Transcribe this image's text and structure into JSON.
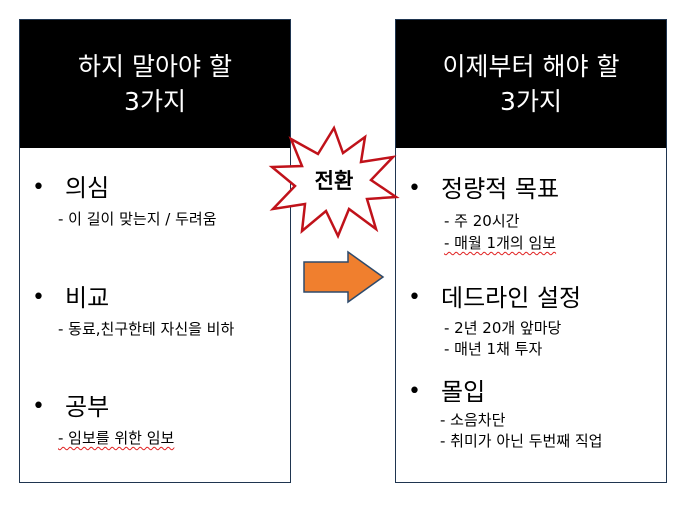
{
  "left_panel": {
    "header_line1": "하지 말아야 할",
    "header_line2": "3가지",
    "bullet": "•",
    "items": [
      {
        "title": "의심",
        "subs": [
          "- 이 길이 맞는지 / 두려움"
        ]
      },
      {
        "title": "비교",
        "subs": [
          "- 동료,친구한테 자신을 비하"
        ]
      },
      {
        "title": "공부",
        "subs": [
          "- 임보를 위한 임보"
        ]
      }
    ]
  },
  "transition": {
    "label": "전환"
  },
  "right_panel": {
    "header_line1": "이제부터 해야 할",
    "header_line2": "3가지",
    "bullet": "•",
    "items": [
      {
        "title": "정량적 목표",
        "subs": [
          "- 주 20시간",
          "- 매월 1개의 임보"
        ]
      },
      {
        "title": "데드라인 설정",
        "subs": [
          "- 2년 20개 앞마당",
          "- 매년 1채 투자"
        ]
      },
      {
        "title": "몰입",
        "subs": [
          "- 소음차단",
          "- 취미가 아닌 두번째 직업"
        ]
      }
    ]
  },
  "colors": {
    "arrow": "#f07f2e",
    "arrow_border": "#2e4a6b",
    "panel_border": "#1f3550",
    "header_bg": "#000000",
    "burst_border": "#c0121a"
  }
}
